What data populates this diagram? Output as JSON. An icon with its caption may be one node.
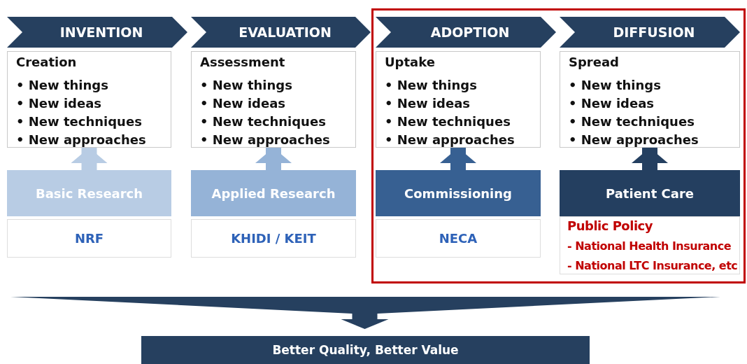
{
  "diagram": {
    "nodes": [
      {
        "text": [
          "INVENTION"
        ]
      },
      {
        "text": [
          "Creation",
          "• New things",
          "• New ideas",
          "• New techniques",
          "• New approaches"
        ]
      },
      {
        "text": [
          "Basic Research"
        ]
      },
      {
        "text": [
          "NRF"
        ]
      },
      {
        "text": [
          "EVALUATION"
        ]
      },
      {
        "text": [
          "Assessment",
          "• New things",
          "• New ideas",
          "• New techniques",
          "• New approaches"
        ]
      },
      {
        "text": [
          "Applied Research"
        ]
      },
      {
        "text": [
          "KHIDI / KEIT"
        ]
      },
      {
        "text": [],
        "shape": "box"
      },
      {
        "text": [
          "ADOPTION"
        ],
        "in": 8
      },
      {
        "text": [
          "Uptake",
          "• New things",
          "• New ideas",
          "• New techniques",
          "• New approaches"
        ],
        "in": 8
      },
      {
        "text": [
          "Commissioning"
        ],
        "in": 8
      },
      {
        "text": [
          "NECA"
        ],
        "in": 8
      },
      {
        "text": [
          "DIFFUSION"
        ],
        "in": 8
      },
      {
        "text": [
          "Spread",
          "• New things",
          "• New ideas",
          "• New techniques",
          "• New approaches"
        ],
        "in": 8
      },
      {
        "text": [
          "Patient Care"
        ],
        "in": 8
      },
      {
        "text": [
          "Public Policy",
          "- National Health Insurance",
          "- National LTC Insurance, etc"
        ],
        "in": 8
      },
      {
        "text": [
          "Better Quality, Better Value"
        ]
      }
    ],
    "edges": [
      {
        "from": 2,
        "to": 1,
        "arrow": "to",
        "color": "#b8cce4"
      },
      {
        "from": 6,
        "to": 5,
        "arrow": "to",
        "color": "#95b3d7"
      },
      {
        "from": 11,
        "to": 10,
        "arrow": "to",
        "color": "#376092"
      },
      {
        "from": 15,
        "to": 14,
        "arrow": "to",
        "color": "#243f60"
      },
      {
        "from": null,
        "to": 17,
        "arrow": "to"
      }
    ]
  }
}
